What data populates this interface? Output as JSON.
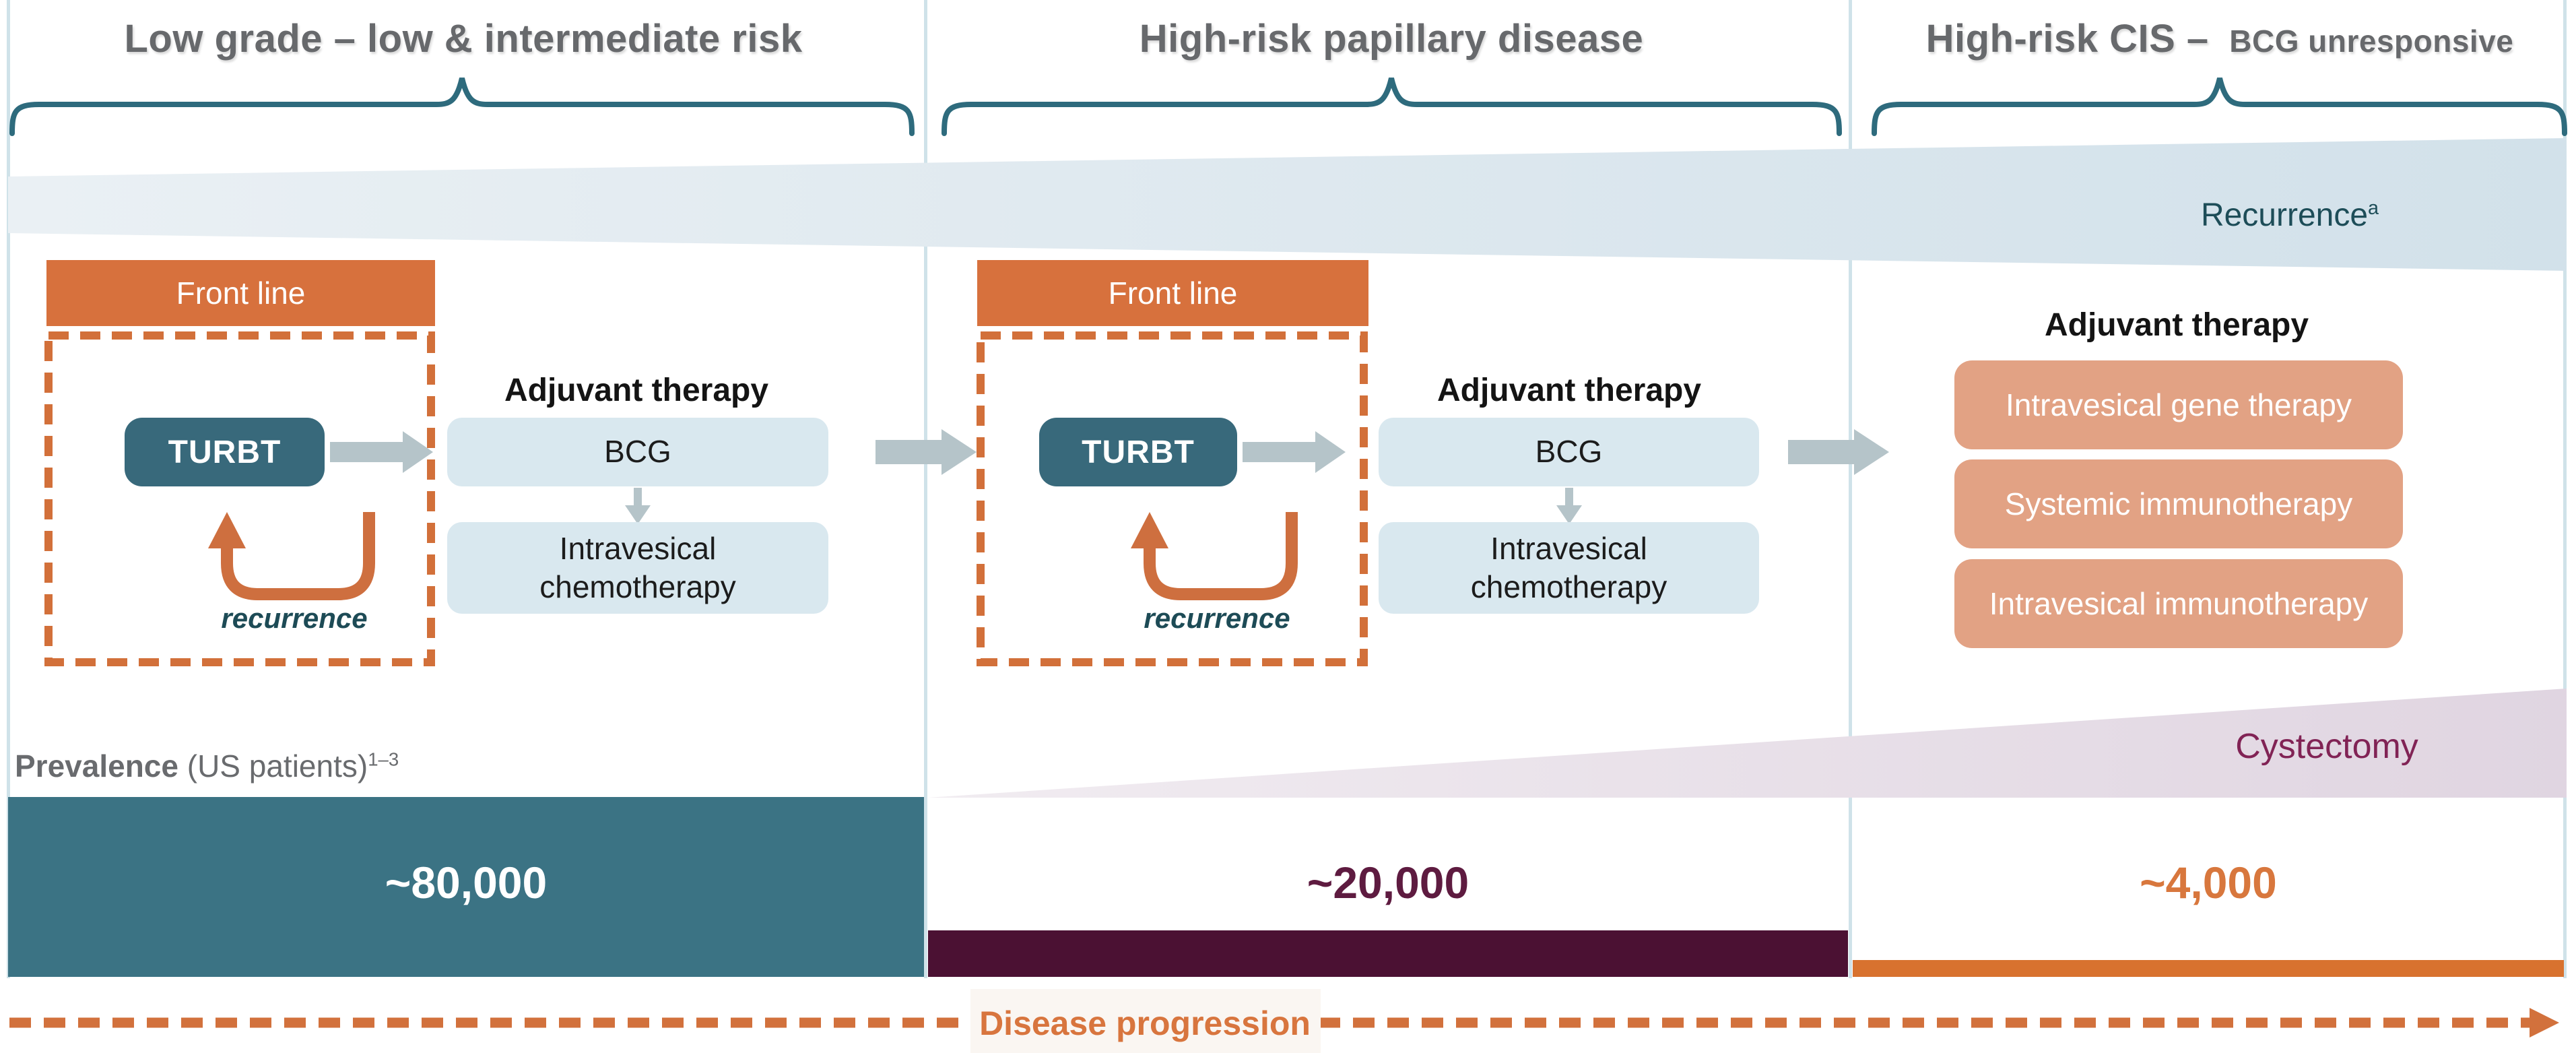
{
  "figure": {
    "columns": [
      {
        "header": "Low grade – low & intermediate risk",
        "front_line_label": "Front line",
        "turbt_label": "TURBT",
        "recurrence_loop_label": "recurrence",
        "adjuvant_title": "Adjuvant therapy",
        "therapies": [
          "BCG",
          "Intravesical chemotherapy"
        ],
        "prevalence": "~80,000"
      },
      {
        "header": "High-risk papillary disease",
        "front_line_label": "Front line",
        "turbt_label": "TURBT",
        "recurrence_loop_label": "recurrence",
        "adjuvant_title": "Adjuvant therapy",
        "therapies": [
          "BCG",
          "Intravesical chemotherapy"
        ],
        "prevalence": "~20,000"
      },
      {
        "header_main": "High-risk CIS –",
        "header_sub": "BCG unresponsive",
        "adjuvant_title": "Adjuvant therapy",
        "therapies": [
          "Intravesical gene therapy",
          "Systemic immunotherapy",
          "Intravesical immunotherapy"
        ],
        "prevalence": "~4,000"
      }
    ],
    "recurrence_band": {
      "label": "Recurrence",
      "superscript": "a"
    },
    "cystectomy_band": {
      "label": "Cystectomy"
    },
    "prevalence_heading": {
      "bold": "Prevalence",
      "regular": " (US patients)",
      "superscript": "1–3"
    },
    "disease_progression_label": "Disease progression",
    "colors": {
      "orange": "#d2713c",
      "front_line_orange": "#d7713d",
      "turbt_teal": "#38697b",
      "teal_bar": "#3b7384",
      "light_blue_box": "#d9e8ef",
      "salmon_box": "#e2a284",
      "maroon_bar": "#4b1133",
      "maroon_text": "#5e1b40",
      "orange_bar": "#d8722f",
      "orange_text": "#d8773d",
      "dark_teal_text": "#1d4b56",
      "header_gray": "#67696c",
      "brace_teal": "#2e6b7d",
      "recurrence_band_fill": "#d2e1ea",
      "cystectomy_band_fill": "#e0d5e1",
      "gray_arrow": "#b5c4c9",
      "separator_line": "#cfe2e9"
    }
  }
}
